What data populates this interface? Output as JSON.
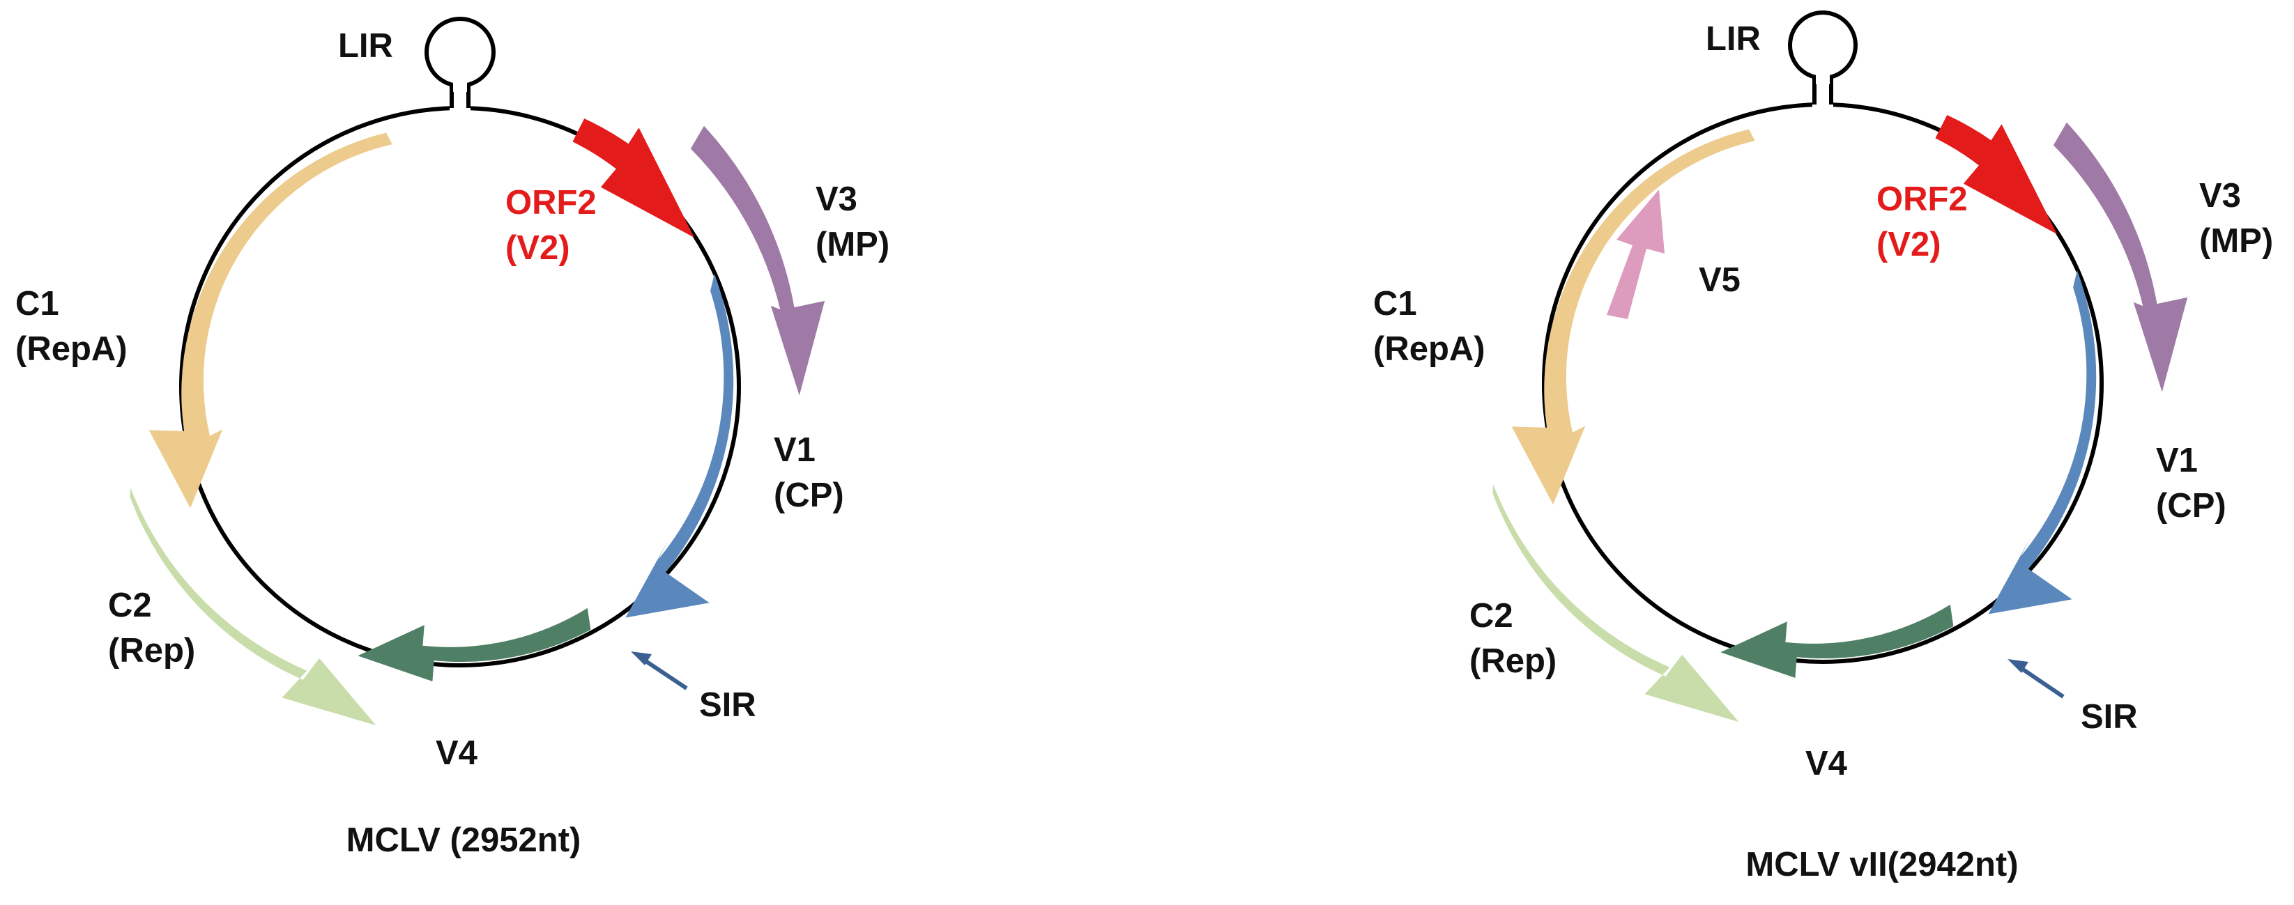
{
  "colors": {
    "background": "#ffffff",
    "backbone": "#000000",
    "text": "#111111",
    "orf2": "#e31b1b",
    "v3": "#a07aa6",
    "v1": "#5a88bd",
    "v4": "#4f7f64",
    "c1": "#eccb8d",
    "c2": "#c8ddaa",
    "v5": "#dd9bbd",
    "sir_arrow": "#3b5f92"
  },
  "maps": [
    {
      "id": "mclv",
      "caption": "MCLV (2952nt)",
      "labels": {
        "lir": "LIR",
        "orf2": "ORF2",
        "orf2_alt": "(V2)",
        "v3": "V3",
        "v3_alt": "(MP)",
        "v1": "V1",
        "v1_alt": "(CP)",
        "sir": "SIR",
        "v4": "V4",
        "c2": "C2",
        "c2_alt": "(Rep)",
        "c1": "C1",
        "c1_alt": "(RepA)"
      }
    },
    {
      "id": "mclv-vii",
      "caption": "MCLV vII(2942nt)",
      "labels": {
        "lir": "LIR",
        "orf2": "ORF2",
        "orf2_alt": "(V2)",
        "v3": "V3",
        "v3_alt": "(MP)",
        "v1": "V1",
        "v1_alt": "(CP)",
        "sir": "SIR",
        "v4": "V4",
        "c2": "C2",
        "c2_alt": "(Rep)",
        "c1": "C1",
        "c1_alt": "(RepA)",
        "v5": "V5"
      }
    }
  ]
}
